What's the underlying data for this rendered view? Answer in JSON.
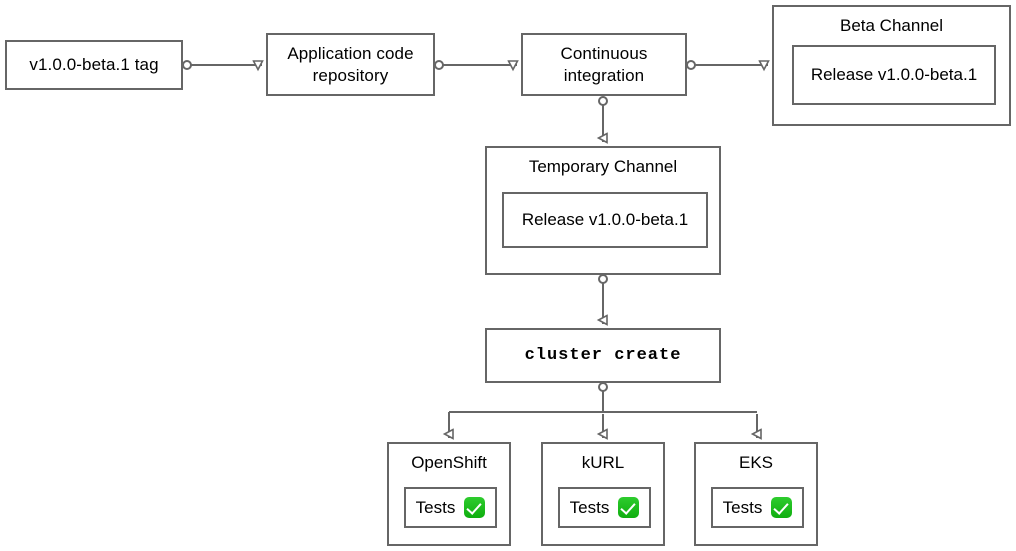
{
  "diagram": {
    "title": "Release pipeline flowchart",
    "stroke_color": "#666666",
    "text_color": "#000000",
    "background": "#ffffff",
    "check_color": "#1eb91e"
  },
  "nodes": {
    "tag": {
      "label": "v1.0.0-beta.1 tag"
    },
    "repository": {
      "label": "Application code repository"
    },
    "ci": {
      "label": "Continuous integration"
    },
    "beta_channel": {
      "label": "Beta Channel",
      "release": "Release v1.0.0-beta.1"
    },
    "temporary_channel": {
      "label": "Temporary Channel",
      "release": "Release v1.0.0-beta.1"
    },
    "cluster_create": {
      "label": "cluster create"
    },
    "targets": [
      {
        "label": "OpenShift",
        "tests_label": "Tests",
        "status_icon": "green-check-icon"
      },
      {
        "label": "kURL",
        "tests_label": "Tests",
        "status_icon": "green-check-icon"
      },
      {
        "label": "EKS",
        "tests_label": "Tests",
        "status_icon": "green-check-icon"
      }
    ]
  },
  "edges": [
    {
      "from": "tag",
      "to": "repository"
    },
    {
      "from": "repository",
      "to": "ci"
    },
    {
      "from": "ci",
      "to": "beta_channel"
    },
    {
      "from": "ci",
      "to": "temporary_channel"
    },
    {
      "from": "temporary_channel",
      "to": "cluster_create"
    },
    {
      "from": "cluster_create",
      "to": "openshift"
    },
    {
      "from": "cluster_create",
      "to": "kurl"
    },
    {
      "from": "cluster_create",
      "to": "eks"
    }
  ]
}
